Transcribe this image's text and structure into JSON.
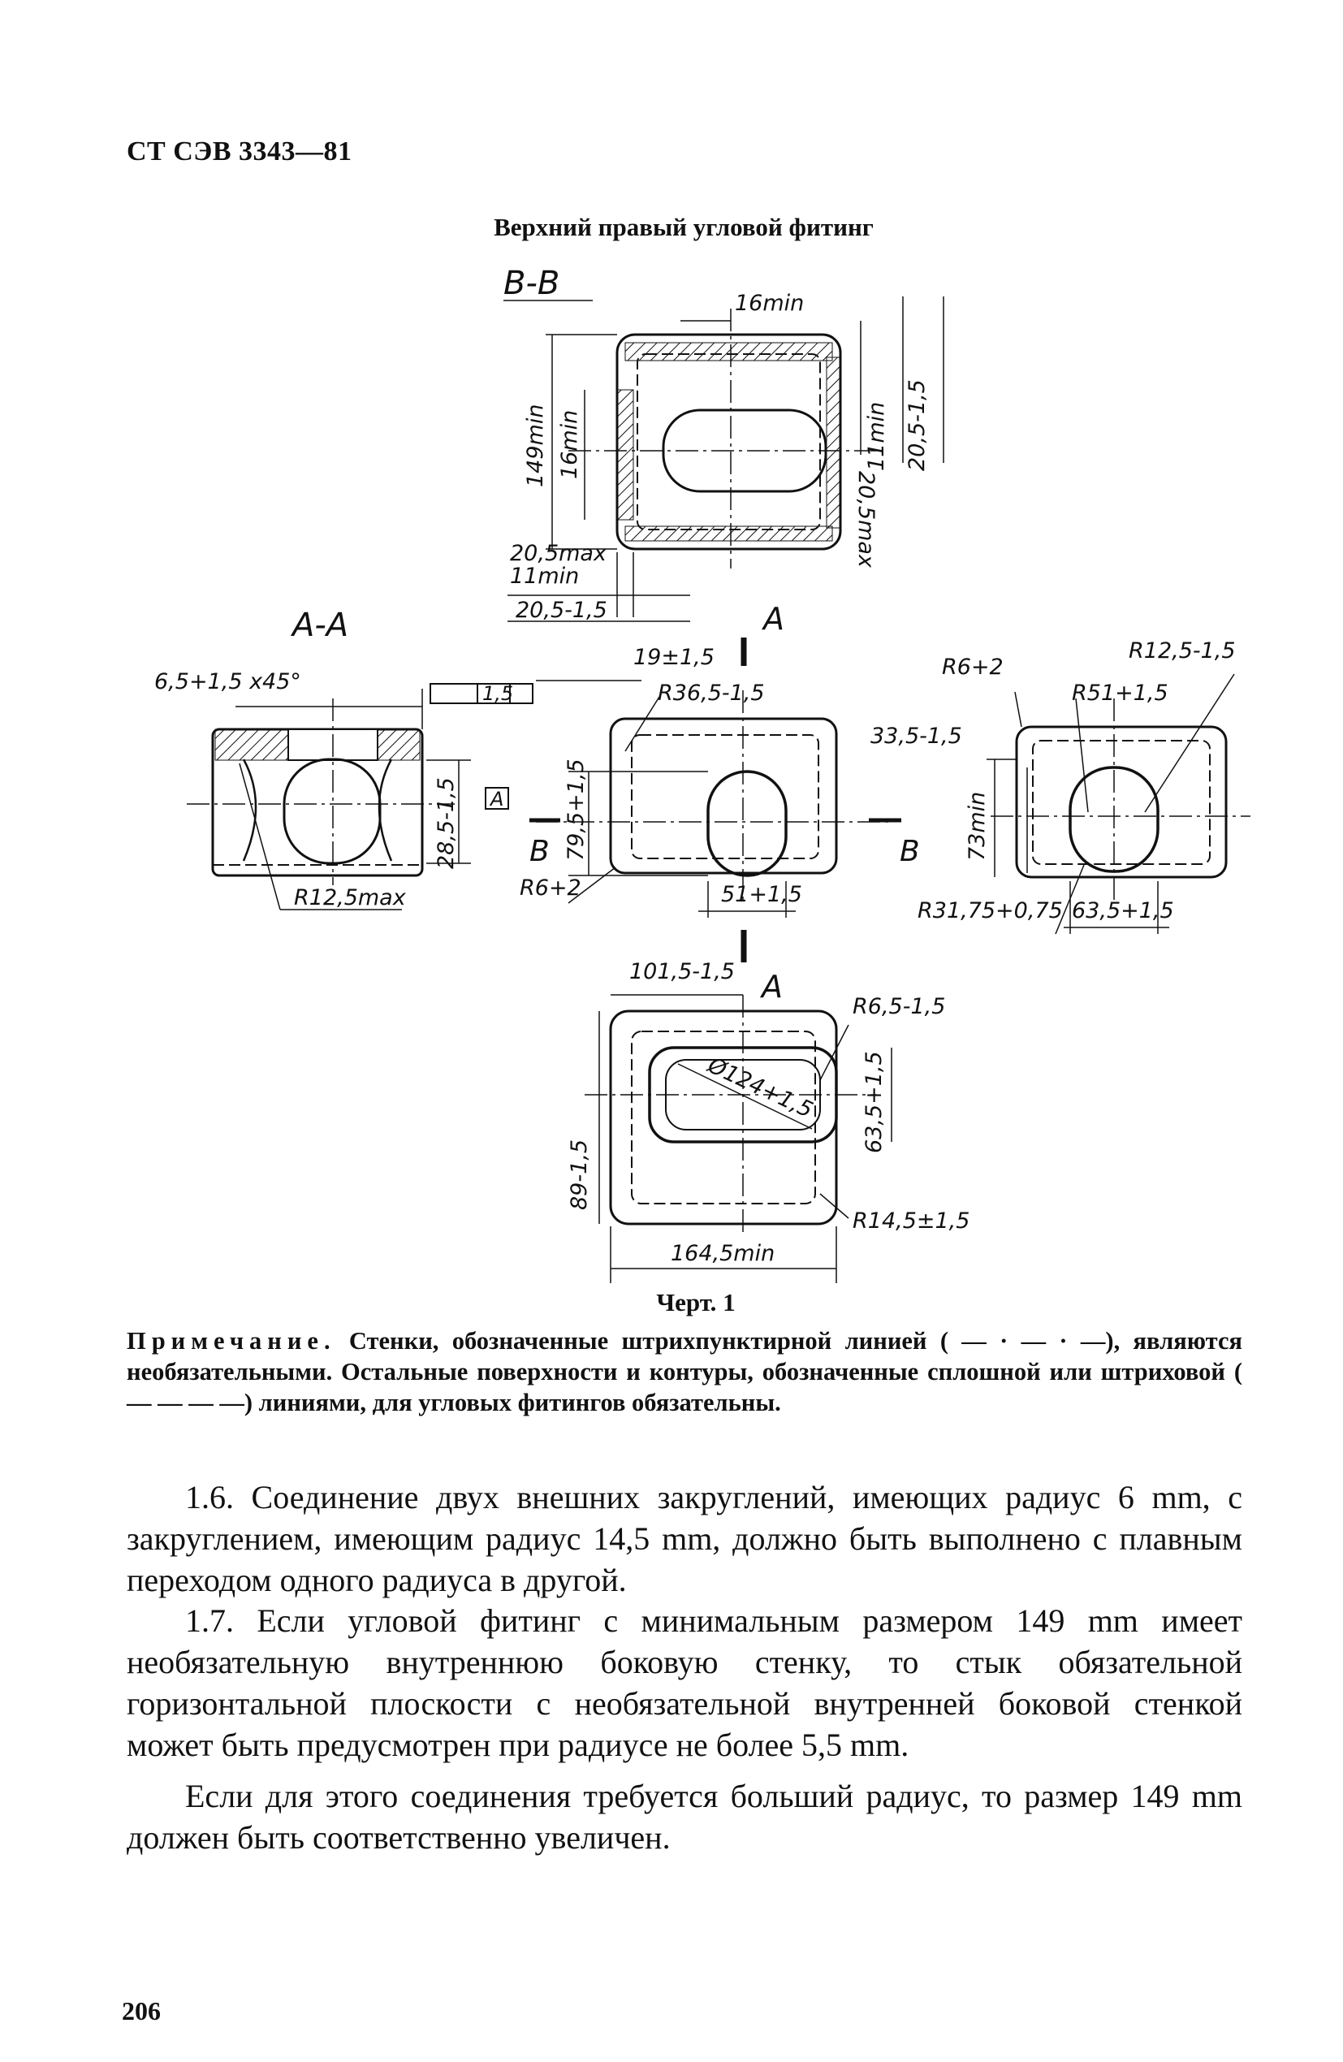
{
  "header": {
    "standard": "СТ СЭВ 3343—81"
  },
  "figure": {
    "title": "Верхний правый угловой фитинг",
    "caption": "Черт. 1",
    "labels": {
      "section_bb": "В-В",
      "section_aa": "А-А",
      "mark_a": "А",
      "mark_b": "В",
      "d_16min_top": "16min",
      "d_149min": "149min",
      "d_16min_side": "16min",
      "d_205max_r": "20,5max",
      "d_11min_r": "11min",
      "d_205_r": "20,5-1,5",
      "d_205max_l": "20,5max",
      "d_11min_l": "11min",
      "d_205_l": "20,5-1,5",
      "d_65x45": "6,5+1,5 x45°",
      "d_tol_box": "1,5",
      "d_285": "28,5-1,5",
      "d_r125max": "R12,5max",
      "d_19": "19±1,5",
      "d_r365": "R36,5-1,5",
      "d_795": "79,5+1,5",
      "d_r6_left": "R6+2",
      "d_51": "51+1,5",
      "d_r6_right": "R6+2",
      "d_r125": "R12,5-1,5",
      "d_r51": "R51+1,5",
      "d_335": "33,5-1,5",
      "d_73min": "73min",
      "d_r3175": "R31,75+0,75",
      "d_635_r": "63,5+1,5",
      "d_1015": "101,5-1,5",
      "d_r65": "R6,5-1,5",
      "d_d124": "Ø124+1,5",
      "d_635_b": "63,5+1,5",
      "d_89": "89-1,5",
      "d_r145": "R14,5±1,5",
      "d_1645": "164,5min"
    }
  },
  "note": {
    "label": "Примечание.",
    "text": "Стенки, обозначенные штрихпунктирной линией ( — · — · —), являются необязательными. Остальные поверхности и контуры, обозначенные сплошной или штриховой ( — — — —) линиями, для угловых фитингов обязательны."
  },
  "paragraphs": {
    "p16": "1.6. Соединение двух внешних закруглений, имеющих радиус 6 mm, с закруглением, имеющим радиус 14,5 mm, должно быть выполнено с плавным переходом одного радиуса в другой.",
    "p17": "1.7. Если угловой фитинг с минимальным размером 149 mm имеет необязательную внутреннюю боковую стенку, то стык обязательной горизонтальной плоскости с необязательной внутренней боковой стенкой может быть предусмотрен при радиусе не более 5,5 mm.",
    "p18": "Если для этого соединения требуется больший радиус, то размер 149 mm должен быть соответственно увеличен."
  },
  "page_number": "206"
}
